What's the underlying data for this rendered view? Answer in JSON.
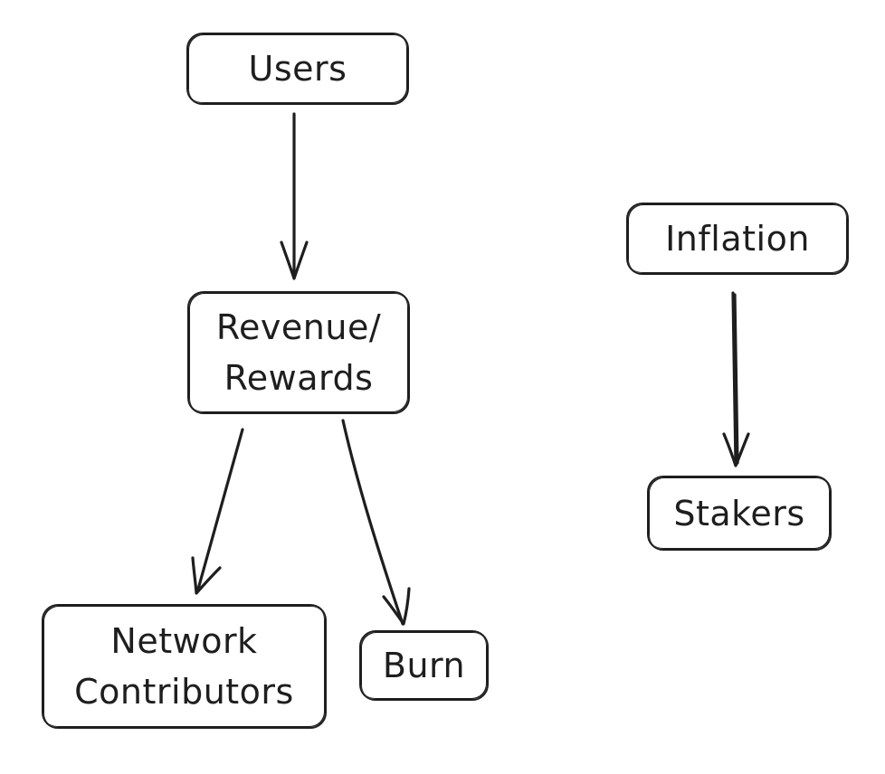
{
  "diagram": {
    "nodes": {
      "users": {
        "lines": [
          "Users"
        ]
      },
      "revenue": {
        "lines": [
          "Revenue/",
          "Rewards"
        ]
      },
      "contributors": {
        "lines": [
          "Network",
          "Contributors"
        ]
      },
      "burn": {
        "lines": [
          "Burn"
        ]
      },
      "inflation": {
        "lines": [
          "Inflation"
        ]
      },
      "stakers": {
        "lines": [
          "Stakers"
        ]
      }
    },
    "edges": [
      {
        "from": "users",
        "to": "revenue"
      },
      {
        "from": "revenue",
        "to": "contributors"
      },
      {
        "from": "revenue",
        "to": "burn"
      },
      {
        "from": "inflation",
        "to": "stakers"
      }
    ],
    "colors": {
      "stroke": "#1e1e1e",
      "background": "#ffffff"
    }
  }
}
